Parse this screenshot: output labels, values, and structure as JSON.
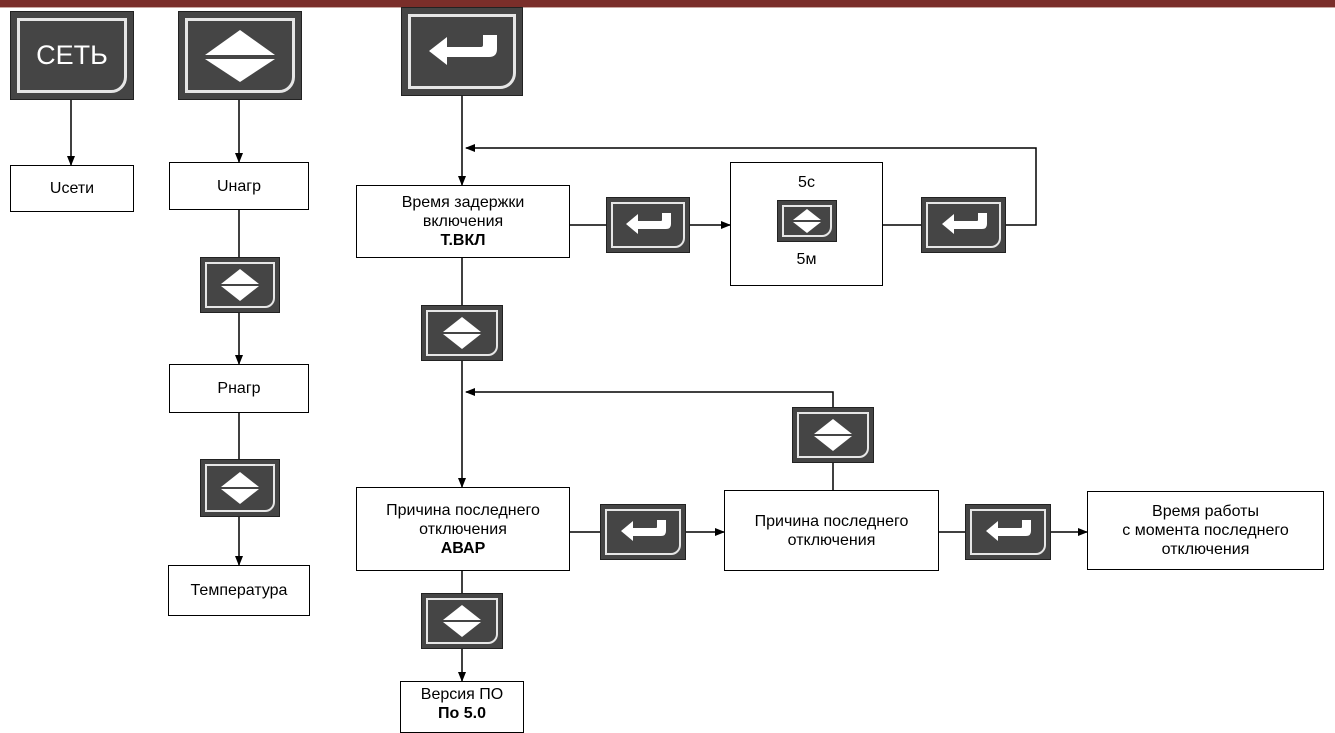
{
  "diagram": {
    "buttons": {
      "network_label": "СЕТЬ",
      "updown_icon": "updown-icon",
      "enter_icon": "enter-icon"
    },
    "nodes": {
      "u_net": "Uсети",
      "u_load": "Uнагр",
      "p_load": "Pнагр",
      "temperature": "Температура",
      "delay_line1": "Время задержки",
      "delay_line2": "включения",
      "delay_code": "Т.ВКЛ",
      "range_min": "5с",
      "range_max": "5м",
      "last_trip_line1": "Причина последнего",
      "last_trip_line2": "отключения",
      "last_trip_code": "АВАР",
      "trip_reason_line1": "Причина последнего",
      "trip_reason_line2": "отключения",
      "runtime_line1": "Время работы",
      "runtime_line2": "с момента последнего",
      "runtime_line3": "отключения",
      "version_label": "Версия ПО",
      "version_code": "По 5.0"
    },
    "colors": {
      "button_fill": "#454545",
      "button_frame": "#e6e6e6",
      "top_bar": "#7a2e2a"
    }
  }
}
